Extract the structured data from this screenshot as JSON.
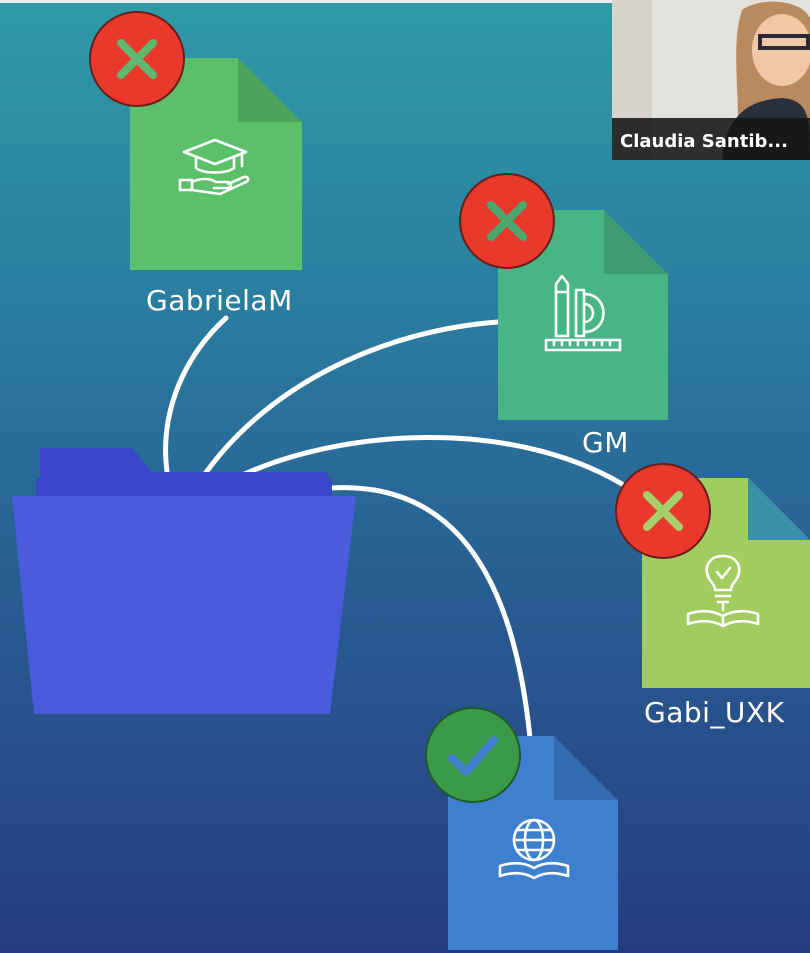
{
  "files": {
    "gabriela": {
      "label": "GabrielaM",
      "status": "rejected",
      "icon": "graduation-cap-hand-icon",
      "color": "#5cc06a"
    },
    "gm": {
      "label": "GM",
      "status": "rejected",
      "icon": "ruler-pencil-protractor-icon",
      "color": "#48b585"
    },
    "gabi": {
      "label": "Gabi_UXK",
      "status": "rejected",
      "icon": "lightbulb-book-icon",
      "color": "#a0cc60"
    },
    "approved": {
      "label": "",
      "status": "approved",
      "icon": "globe-book-icon",
      "color": "#3f7fd0"
    }
  },
  "folder": {
    "color": "#4a5bdc",
    "icon": "folder-icon"
  },
  "video": {
    "participant_name": "Claudia Santib..."
  },
  "colors": {
    "reject_badge": "#e8392c",
    "approve_badge": "#3a9a4a",
    "connector": "#ffffff"
  }
}
